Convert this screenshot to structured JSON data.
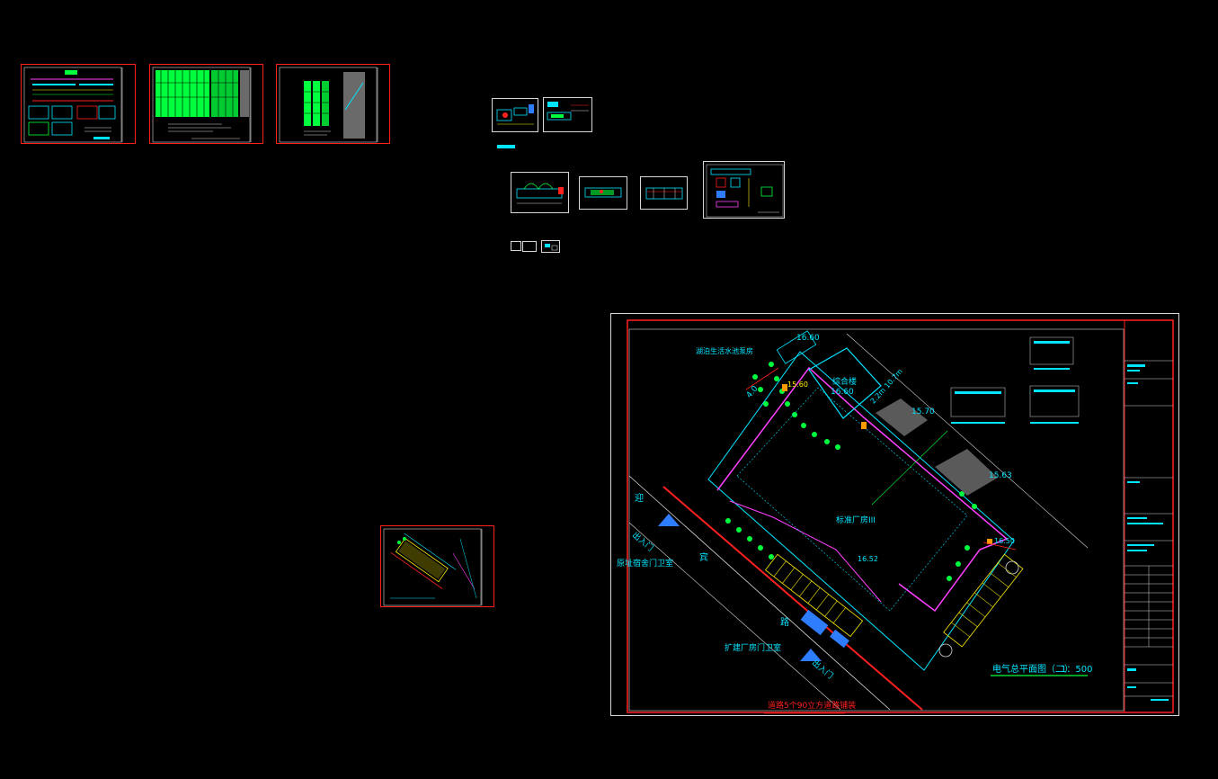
{
  "canvas": {
    "background": "#000000",
    "colors": {
      "frame_red": "#ff2020",
      "frame_white": "#d8d8d8",
      "cyan": "#00e5ff",
      "green": "#00ff3c",
      "magenta": "#ff40ff",
      "yellow": "#ffee00",
      "blue": "#2f7dff",
      "orange": "#ff9900"
    }
  },
  "main_drawing": {
    "labels": {
      "level_16_60_top": "16.60",
      "level_16_60_bldg": "16.60",
      "level_15_70": "15.70",
      "level_15_63": "15.63",
      "level_16_50": "16.50",
      "level_16_52": "16.52",
      "level_15_60": "15.60",
      "level_4_0": "4.0",
      "pump_room": "湖泊生活水池泵房",
      "complex_building": "综合楼",
      "standard_plant": "标准厂房III",
      "gate_left_top": "出入门",
      "gate_bottom": "出入门",
      "guard_left": "原址宿舍门卫室",
      "guard_bottom": "扩建厂房门卫室",
      "road_char_1": "迎",
      "road_char_2": "宾",
      "road_char_3": "路",
      "plan_title": "电气总平面图（二）",
      "plan_scale": "1：500",
      "bottom_note": "道路5个90立方道路铺装",
      "dim_right": "2.2m 10.7m"
    }
  }
}
